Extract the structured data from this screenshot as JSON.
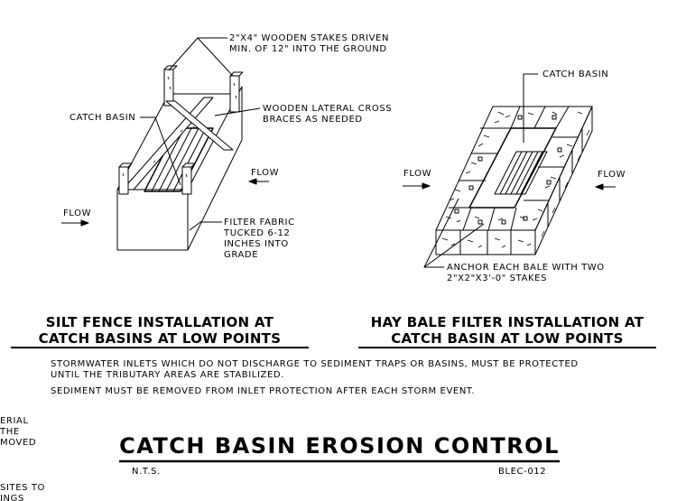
{
  "left_detail": {
    "callouts": {
      "stakes": "2\"X4\" WOODEN STAKES DRIVEN\nMIN. OF 12\" INTO THE GROUND",
      "catch_basin": "CATCH BASIN",
      "braces": "WOODEN LATERAL CROSS\nBRACES AS NEEDED",
      "flow_right": "FLOW",
      "flow_left": "FLOW",
      "fabric": "FILTER FABRIC\nTUCKED 6-12\nINCHES INTO\nGRADE"
    },
    "title_line1": "SILT FENCE INSTALLATION AT",
    "title_line2": "CATCH BASINS AT LOW POINTS"
  },
  "right_detail": {
    "callouts": {
      "catch_basin": "CATCH BASIN",
      "flow_left": "FLOW",
      "flow_right": "FLOW",
      "anchor": "ANCHOR EACH BALE WITH TWO\n2\"X2\"X3'-0\" STAKES"
    },
    "title_line1": "HAY BALE FILTER INSTALLATION AT",
    "title_line2": "CATCH BASIN AT LOW POINTS"
  },
  "notes": {
    "note1": "STORMWATER INLETS WHICH DO NOT DISCHARGE TO SEDIMENT TRAPS OR BASINS, MUST BE PROTECTED\nUNTIL THE TRIBUTARY AREAS ARE STABILIZED.",
    "note2": "SEDIMENT MUST BE REMOVED FROM INLET PROTECTION AFTER EACH STORM EVENT."
  },
  "edge_fragments": {
    "frag1": "ERIAL\nTHE\nMOVED",
    "frag2": "SITES TO\nINGS"
  },
  "title_block": {
    "title": "CATCH BASIN EROSION CONTROL",
    "scale": "N.T.S.",
    "code": "BLEC-012"
  }
}
